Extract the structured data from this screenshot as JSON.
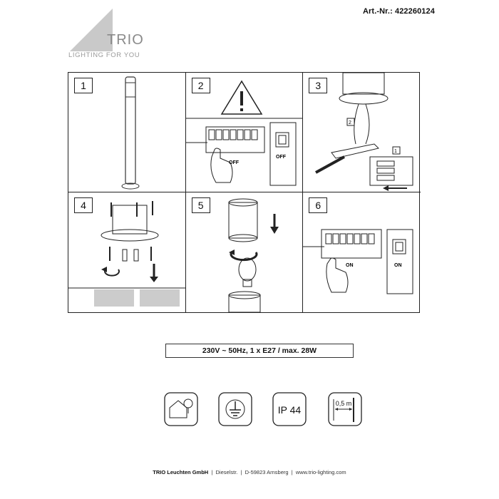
{
  "header": {
    "article_number": "Art.-Nr.: 422260124",
    "brand": "TRIO",
    "tagline": "LIGHTING FOR YOU"
  },
  "steps": [
    {
      "number": "1"
    },
    {
      "number": "2",
      "labels": [
        "OFF",
        "OFF"
      ]
    },
    {
      "number": "3",
      "labels": [
        "2",
        "1"
      ]
    },
    {
      "number": "4"
    },
    {
      "number": "5"
    },
    {
      "number": "6",
      "labels": [
        "ON",
        "ON"
      ]
    }
  ],
  "specs": "230V ~ 50Hz, 1 x E27 / max. 28W",
  "symbols": {
    "ip_rating": "IP 44",
    "min_distance": "0,5 m"
  },
  "footer": {
    "company": "TRIO Leuchten GmbH",
    "street": "Dieselstr.",
    "city": "D-59823 Arnsberg",
    "web": "www.trio-lighting.com"
  }
}
